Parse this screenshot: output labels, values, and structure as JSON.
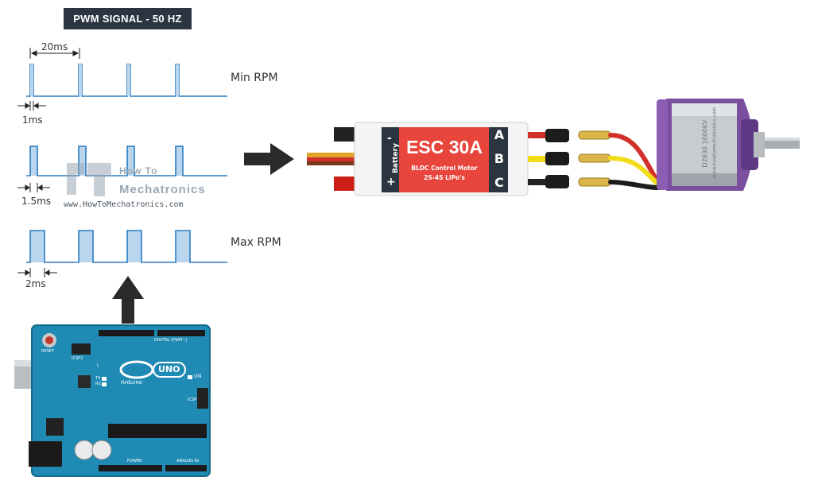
{
  "title": "PWM SIGNAL - 50 HZ",
  "signals": {
    "period_label": "20ms",
    "min_rpm_label": "Min RPM",
    "max_rpm_label": "Max RPM",
    "pulse_1": "1ms",
    "pulse_15": "1.5ms",
    "pulse_2": "2ms"
  },
  "watermark": {
    "line1": "How To",
    "line2": "Mechatronics",
    "url": "www.HowToMechatronics.com"
  },
  "esc": {
    "battery_label": "Battery",
    "minus": "-",
    "plus": "+",
    "name": "ESC 30A",
    "subtitle": "BLDC Control Motor",
    "spec": "2S-4S LiPo's",
    "phase_a": "A",
    "phase_b": "B",
    "phase_c": "C"
  },
  "motor": {
    "model": "D2830 1000KV",
    "site": "www.howtomechatronics.com"
  },
  "arduino": {
    "reset": "RESET",
    "icsp2": "ICSP2",
    "digital": "DIGITAL (PWM~)",
    "brand": "Arduino",
    "uno": "UNO",
    "on": "ON",
    "tx": "TX",
    "rx": "RX",
    "l": "L",
    "icsp": "ICSP",
    "power": "POWER",
    "analog": "ANALOG IN"
  },
  "colors": {
    "pulse_fill": "#b9d6ee",
    "pulse_line": "#2b7bbf",
    "esc_red": "#e8463c",
    "esc_dark": "#2a3541",
    "board": "#1f8ab3",
    "motor_purple": "#7b4fa0"
  }
}
